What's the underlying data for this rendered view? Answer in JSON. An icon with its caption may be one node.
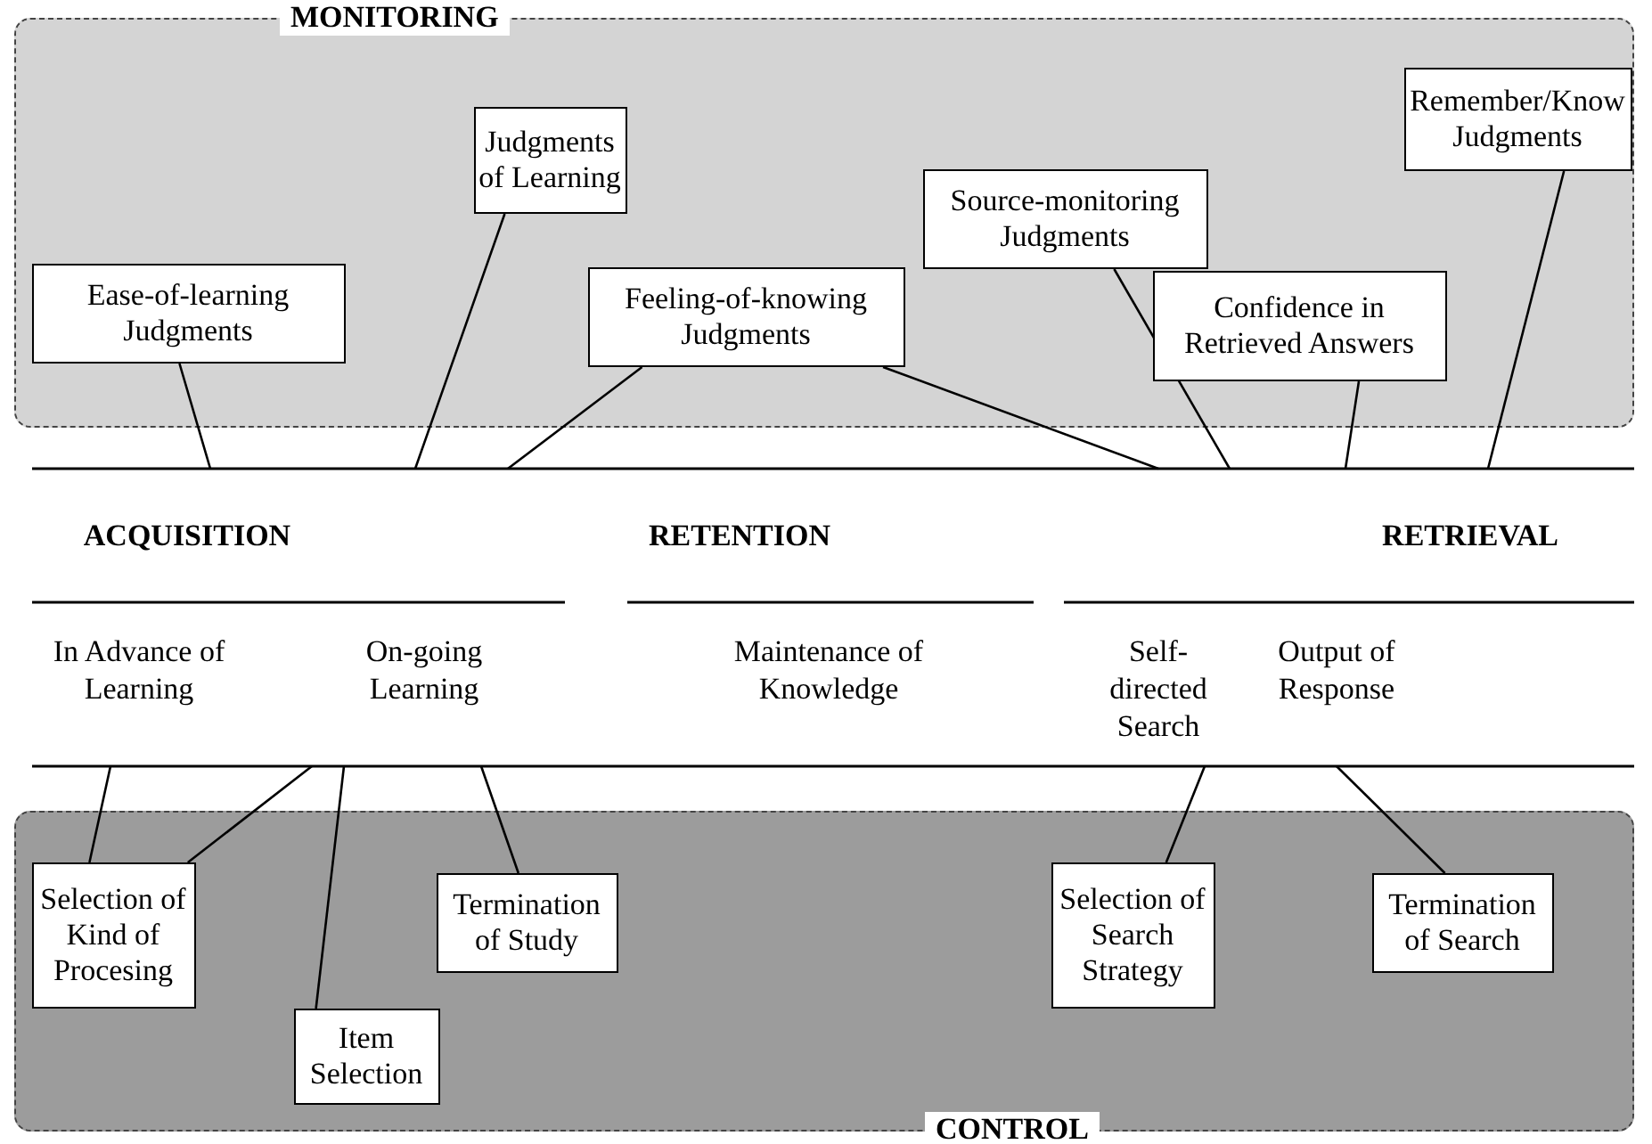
{
  "diagram": {
    "nodes": [
      {
        "text": [
          "MONITORING"
        ]
      },
      {
        "text": [
          "Ease-of-learning Judgments"
        ],
        "in": 0
      },
      {
        "text": [
          "Judgments of Learning"
        ],
        "in": 0
      },
      {
        "text": [
          "Feeling-of-knowing Judgments"
        ],
        "in": 0
      },
      {
        "text": [
          "Source-monitoring Judgments"
        ],
        "in": 0
      },
      {
        "text": [
          "Confidence in Retrieved Answers"
        ],
        "in": 0
      },
      {
        "text": [
          "Remember/Know Judgments"
        ],
        "in": 0
      },
      {
        "text": [
          "CONTROL"
        ]
      },
      {
        "text": [
          "Selection of Kind of Procesing"
        ],
        "in": 7
      },
      {
        "text": [
          "Item Selection"
        ],
        "in": 7
      },
      {
        "text": [
          "Termination of Study"
        ],
        "in": 7
      },
      {
        "text": [
          "Selection of Search Strategy"
        ],
        "in": 7
      },
      {
        "text": [
          "Termination of Search"
        ],
        "in": 7
      }
    ],
    "edges": [
      {
        "from": 1,
        "to": null,
        "arrow": "none"
      },
      {
        "from": 2,
        "to": null,
        "arrow": "none"
      },
      {
        "from": 3,
        "to": null,
        "arrow": "none"
      },
      {
        "from": 3,
        "to": null,
        "arrow": "none"
      },
      {
        "from": 4,
        "to": null,
        "arrow": "none"
      },
      {
        "from": 5,
        "to": null,
        "arrow": "none"
      },
      {
        "from": 6,
        "to": null,
        "arrow": "none"
      },
      {
        "from": null,
        "to": 8,
        "arrow": "none"
      },
      {
        "from": null,
        "to": 8,
        "arrow": "none"
      },
      {
        "from": null,
        "to": 9,
        "arrow": "none"
      },
      {
        "from": null,
        "to": 10,
        "arrow": "none"
      },
      {
        "from": null,
        "to": 11,
        "arrow": "none"
      },
      {
        "from": null,
        "to": 12,
        "arrow": "none"
      }
    ],
    "labels": [
      "ACQUISITION",
      "RETENTION",
      "RETRIEVAL",
      "In Advance of Learning",
      "On-going Learning",
      "Maintenance of Knowledge",
      "Self-directed Search",
      "Output of Response"
    ]
  }
}
